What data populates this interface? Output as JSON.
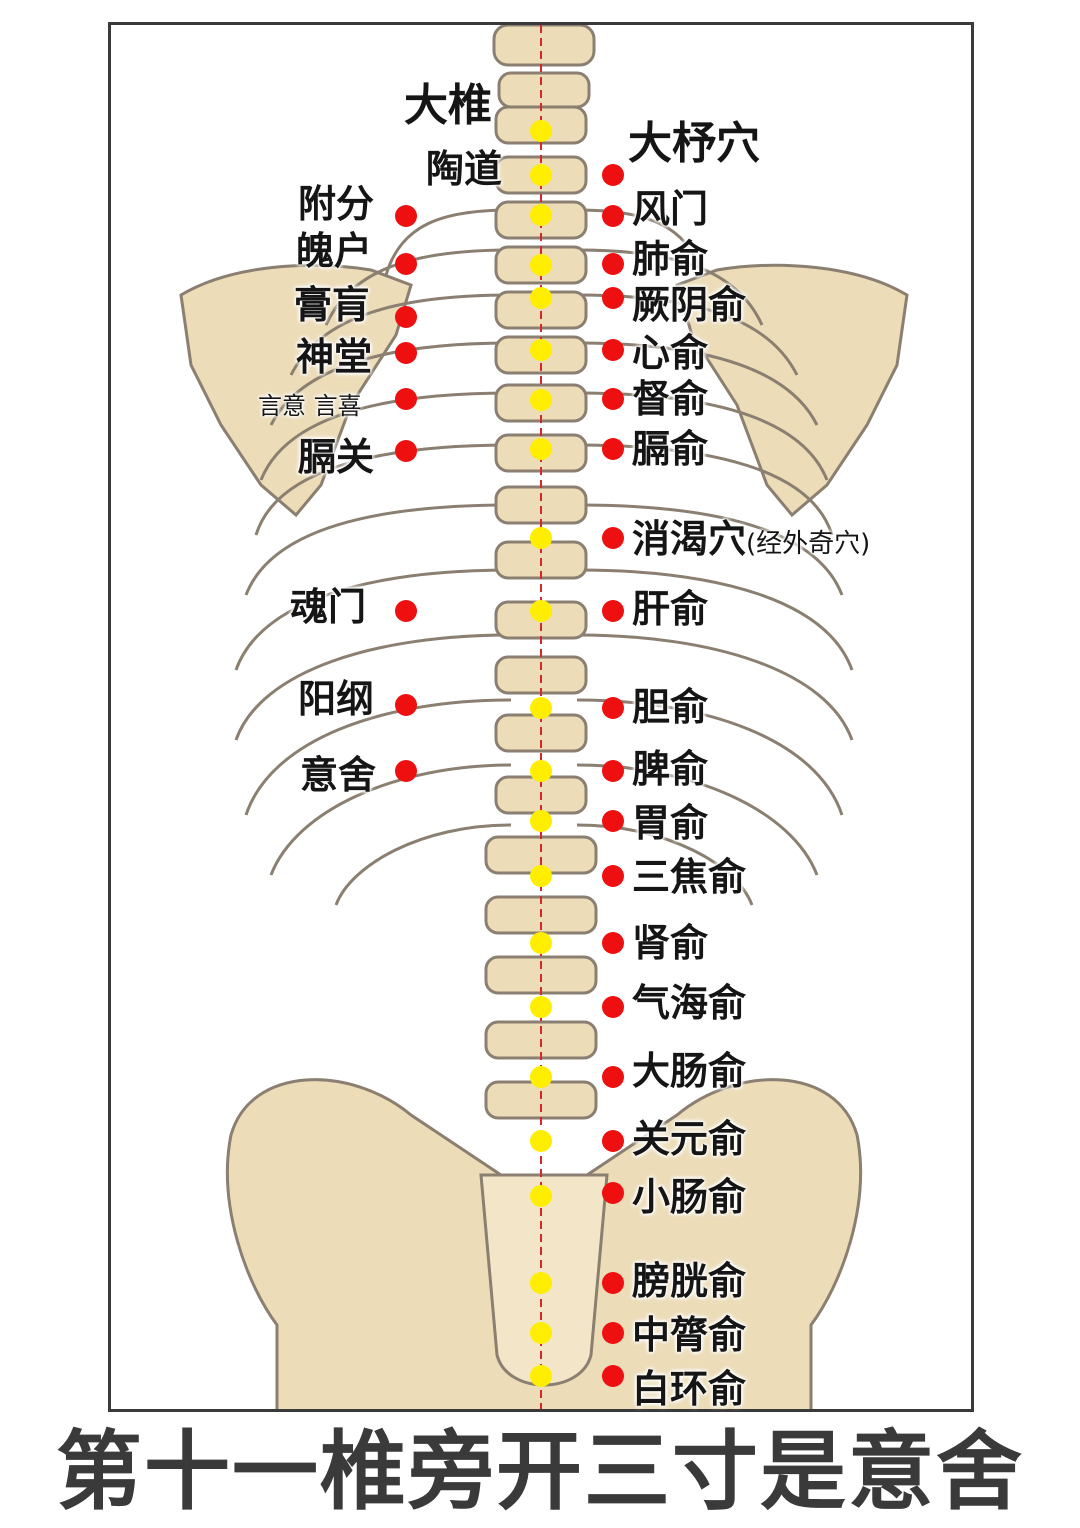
{
  "colors": {
    "bone": "#ecdcb8",
    "bone_outline": "#8a7f70",
    "midline": "#d62828",
    "governor_point": "#ffee00",
    "bladder_point": "#ee1010",
    "frame": "#3a3a3a",
    "caption": "#3a3a3a"
  },
  "top_labels": {
    "dazhui": "大椎",
    "taodao": "陶道",
    "dazhu": "大杼穴"
  },
  "left_labels": [
    "附分",
    "魄户",
    "膏肓",
    "神堂",
    "言意 言喜",
    "膈关",
    "魂门",
    "阳纲",
    "意舍"
  ],
  "right_labels": [
    "风门",
    "肺俞",
    "厥阴俞",
    "心俞",
    "督俞",
    "膈俞",
    "消渴穴",
    "肝俞",
    "胆俞",
    "脾俞",
    "胃俞",
    "三焦俞",
    "肾俞",
    "气海俞",
    "大肠俞",
    "关元俞",
    "小肠俞",
    "膀胱俞",
    "中膂俞",
    "白环俞"
  ],
  "right_note": "(经外奇穴)",
  "caption": "第十一椎旁开三寸是意舍"
}
